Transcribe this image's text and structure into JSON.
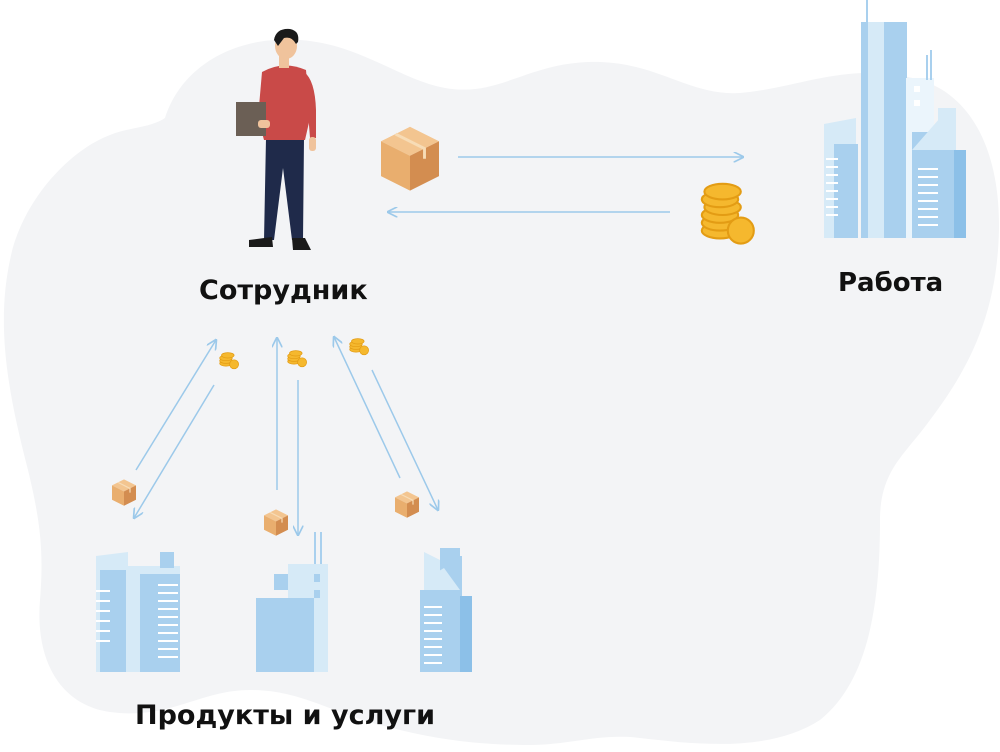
{
  "labels": {
    "employee": "Сотрудник",
    "work": "Работа",
    "products": "Продукты и услуги"
  },
  "colors": {
    "cloud": "#f3f4f6",
    "arrow": "#9cc9ea",
    "building_light": "#d6eaf7",
    "building_mid": "#a9d0ee",
    "building_dark": "#8cc0e8",
    "box_top": "#f3c590",
    "box_left": "#e9ae6e",
    "box_right": "#d38d50",
    "coin": "#f5b82e",
    "coin_edge": "#e39c14",
    "shirt": "#c94a48",
    "pants": "#1f2a4a",
    "hair": "#1a1a1a",
    "skin": "#f0c39c",
    "laptop": "#6b5f55"
  }
}
